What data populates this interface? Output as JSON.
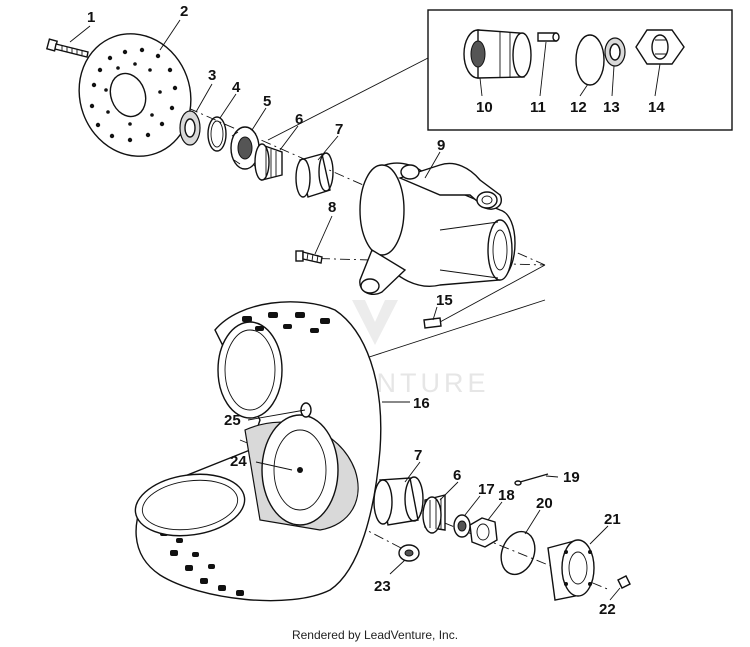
{
  "watermark": {
    "text": "LEADVENTURE"
  },
  "footer": {
    "text": "Rendered by LeadVenture, Inc."
  },
  "callouts": {
    "c1": "1",
    "c2": "2",
    "c3": "3",
    "c4": "4",
    "c5": "5",
    "c6a": "6",
    "c7a": "7",
    "c8": "8",
    "c9": "9",
    "c10": "10",
    "c11": "11",
    "c12": "12",
    "c13": "13",
    "c14": "14",
    "c15": "15",
    "c16": "16",
    "c7b": "7",
    "c6b": "6",
    "c17": "17",
    "c18": "18",
    "c19": "19",
    "c20": "20",
    "c21": "21",
    "c22": "22",
    "c23": "23",
    "c24": "24",
    "c25": "25"
  }
}
